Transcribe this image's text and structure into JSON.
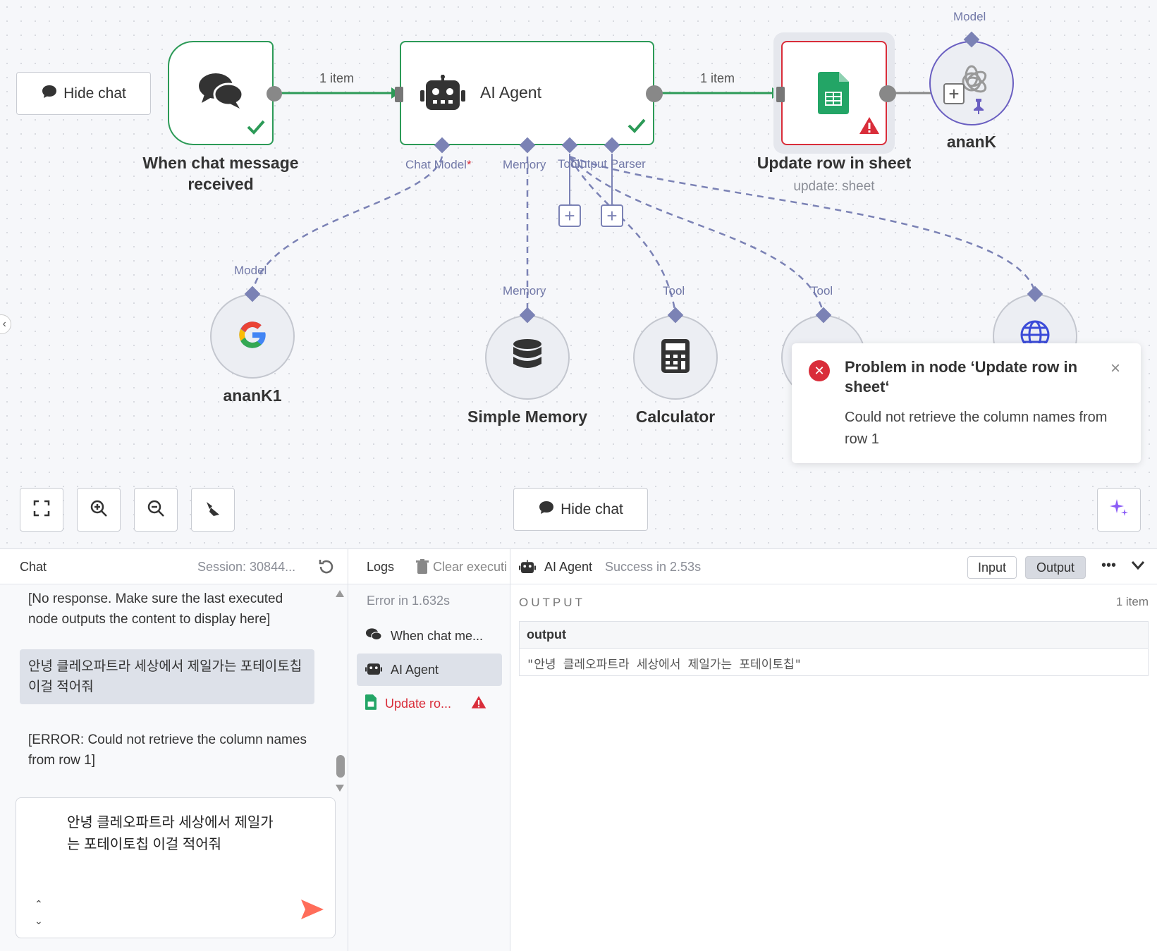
{
  "canvas": {
    "hide_chat_top": "Hide chat",
    "hide_chat_bottom": "Hide chat",
    "edge_label_1": "1 item",
    "edge_label_2": "1 item",
    "nodes": {
      "trigger": {
        "title": "When chat message received"
      },
      "agent": {
        "title": "AI Agent"
      },
      "sheet": {
        "title": "Update row in sheet",
        "subtitle": "update: sheet"
      },
      "ananK": {
        "title": "ananK",
        "port": "Model"
      },
      "ananK1": {
        "title": "ananK1",
        "port": "Model"
      },
      "memory": {
        "title": "Simple Memory",
        "port": "Memory"
      },
      "calculator": {
        "title": "Calculator",
        "port": "Tool"
      },
      "tool2": {
        "port": "Tool"
      }
    },
    "agent_ports": {
      "chat_model": "Chat Model",
      "required": "*",
      "memory": "Memory",
      "tool": "Tool",
      "output_parser": "Output Parser"
    },
    "colors": {
      "success": "#2c9a57",
      "error": "#d92d3a",
      "port": "#7b82b5",
      "accent": "#ff6d5a"
    }
  },
  "toast": {
    "title": "Problem in node ‘Update row in sheet‘",
    "message": "Could not retrieve the column names from row 1"
  },
  "chat": {
    "title": "Chat",
    "session": "Session: 30844...",
    "messages": [
      "[No response. Make sure the last executed node outputs the content to display here]",
      "안녕 클레오파트라 세상에서 제일가는 포테이토칩 이걸 적어줘",
      "[ERROR: Could not retrieve the column names from row 1]"
    ],
    "input_value": "안녕 클레오파트라 세상에서 제일가는 포테이토칩 이걸 적어줘"
  },
  "logs": {
    "title": "Logs",
    "clear": "Clear executi",
    "status": "Error in 1.632s",
    "items": [
      "When chat me...",
      "AI Agent",
      "Update ro..."
    ]
  },
  "output": {
    "node": "AI Agent",
    "status": "Success in 2.53s",
    "input_tab": "Input",
    "output_tab": "Output",
    "heading": "OUTPUT",
    "count": "1 item",
    "col_header": "output",
    "value": "\"안녕 클레오파트라 세상에서 제일가는 포테이토칩\""
  }
}
